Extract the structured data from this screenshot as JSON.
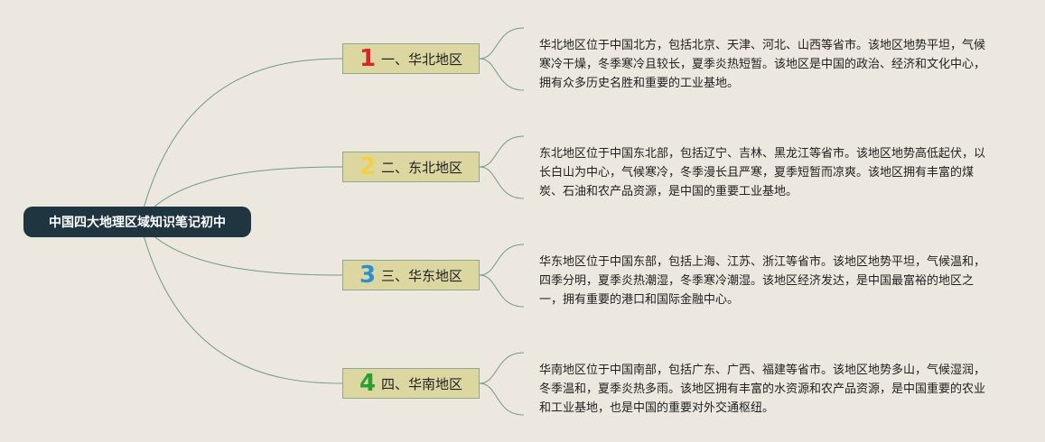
{
  "root": {
    "title": "中国四大地理区域知识笔记初中"
  },
  "colors": {
    "background": "#ece7df",
    "root_fill": "#1f3640",
    "topic_fill": "#dcd7a0",
    "topic_border": "#8da890",
    "connector": "#6f9c82"
  },
  "topics": [
    {
      "number": "1",
      "number_color": "#d8262e",
      "label": "一、华北地区",
      "description": "华北地区位于中国北方，包括北京、天津、河北、山西等省市。该地区地势平坦，气候寒冷干燥，冬季寒冷且较长，夏季炎热短暂。该地区是中国的政治、经济和文化中心，拥有众多历史名胜和重要的工业基地。"
    },
    {
      "number": "2",
      "number_color": "#f2cf45",
      "label": "二、东北地区",
      "description": "东北地区位于中国东北部，包括辽宁、吉林、黑龙江等省市。该地区地势高低起伏，以长白山为中心，气候寒冷，冬季漫长且严寒，夏季短暂而凉爽。该地区拥有丰富的煤炭、石油和农产品资源，是中国的重要工业基地。"
    },
    {
      "number": "3",
      "number_color": "#2b8fd6",
      "label": "三、华东地区",
      "description": "华东地区位于中国东部，包括上海、江苏、浙江等省市。该地区地势平坦，气候温和，四季分明，夏季炎热潮湿，冬季寒冷潮湿。该地区经济发达，是中国最富裕的地区之一，拥有重要的港口和国际金融中心。"
    },
    {
      "number": "4",
      "number_color": "#24a12e",
      "label": "四、华南地区",
      "description": "华南地区位于中国南部，包括广东、广西、福建等省市。该地区地势多山，气候湿润，冬季温和，夏季炎热多雨。该地区拥有丰富的水资源和农产品资源，是中国重要的农业和工业基地，也是中国的重要对外交通枢纽。"
    }
  ]
}
